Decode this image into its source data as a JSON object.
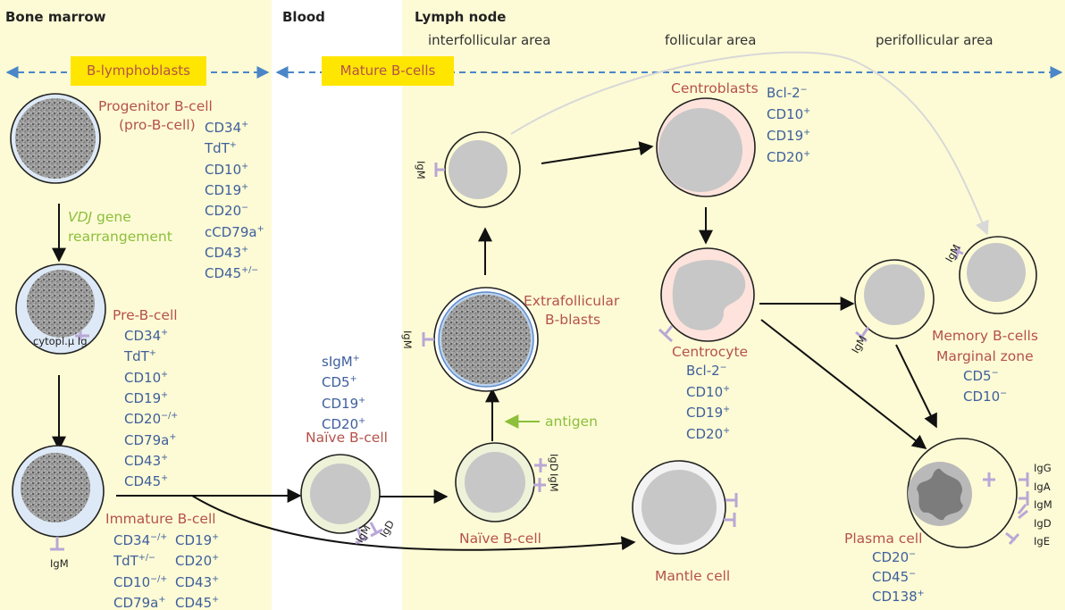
{
  "sections": {
    "bone_marrow": "Bone marrow",
    "blood": "Blood",
    "lymph_node": "Lymph node"
  },
  "areas": {
    "interfollicular": "interfollicular area",
    "follicular": "follicular area",
    "perifollicular": "perifollicular area"
  },
  "band_labels": {
    "b_lymphoblasts": "B-lymphoblasts",
    "mature_b_cells": "Mature B-cells"
  },
  "cells": {
    "progenitor": {
      "name_line1": "Progenitor B-cell",
      "name_line2": "(pro-B-cell)",
      "markers": [
        {
          "base": "CD34",
          "sup": "+"
        },
        {
          "base": "TdT",
          "sup": "+"
        },
        {
          "base": "CD10",
          "sup": "+"
        },
        {
          "base": "CD19",
          "sup": "+"
        },
        {
          "base": "CD20",
          "sup": "−"
        },
        {
          "base": "cCD79a",
          "sup": "+"
        },
        {
          "base": "CD43",
          "sup": "+"
        },
        {
          "base": "CD45",
          "sup": "+/−"
        }
      ]
    },
    "vdj": {
      "italic": "VDJ",
      "line1_rest": " gene",
      "line2": "rearrangement"
    },
    "pre_b": {
      "name": "Pre-B-cell",
      "receptor_label": "cytopl.μ Ig",
      "markers": [
        {
          "base": "CD34",
          "sup": "+"
        },
        {
          "base": "TdT",
          "sup": "+"
        },
        {
          "base": "CD10",
          "sup": "+"
        },
        {
          "base": "CD19",
          "sup": "+"
        },
        {
          "base": "CD20",
          "sup": "−/+"
        },
        {
          "base": "CD79a",
          "sup": "+"
        },
        {
          "base": "CD43",
          "sup": "+"
        },
        {
          "base": "CD45",
          "sup": "+"
        }
      ]
    },
    "immature": {
      "name": "Immature B-cell",
      "receptor_label": "IgM",
      "markers_col1": [
        {
          "base": "CD34",
          "sup": "−/+"
        },
        {
          "base": "TdT",
          "sup": "+/−"
        },
        {
          "base": "CD10",
          "sup": "−/+"
        },
        {
          "base": "CD79a",
          "sup": "+"
        }
      ],
      "markers_col2": [
        {
          "base": "CD19",
          "sup": "+"
        },
        {
          "base": "CD20",
          "sup": "+"
        },
        {
          "base": "CD43",
          "sup": "+"
        },
        {
          "base": "CD45",
          "sup": "+"
        }
      ]
    },
    "naive_blood": {
      "name": "Naïve B-cell",
      "markers": [
        {
          "base": "sIgM",
          "sup": "+"
        },
        {
          "base": "CD5",
          "sup": "+"
        },
        {
          "base": "CD19",
          "sup": "+"
        },
        {
          "base": "CD20",
          "sup": "+"
        }
      ],
      "receptor_labels": [
        "IgM",
        "IgD"
      ]
    },
    "naive_lymph": {
      "name": "Naïve B-cell",
      "receptor_labels": [
        "IgD",
        "IgM"
      ]
    },
    "antigen": "antigen",
    "extrafollicular": {
      "name_line1": "Extrafollicular",
      "name_line2": "B-blasts",
      "receptor_label": "IgM"
    },
    "interfollicular_cell": {
      "receptor_label": "IgM"
    },
    "centroblasts": {
      "name": "Centroblasts",
      "markers": [
        {
          "base": "Bcl-2",
          "sup": "−"
        },
        {
          "base": "CD10",
          "sup": "+"
        },
        {
          "base": "CD19",
          "sup": "+"
        },
        {
          "base": "CD20",
          "sup": "+"
        }
      ]
    },
    "centrocyte": {
      "name": "Centrocyte",
      "markers": [
        {
          "base": "Bcl-2",
          "sup": "−"
        },
        {
          "base": "CD10",
          "sup": "+"
        },
        {
          "base": "CD19",
          "sup": "+"
        },
        {
          "base": "CD20",
          "sup": "+"
        }
      ]
    },
    "mantle": {
      "name": "Mantle cell"
    },
    "memory": {
      "name_line1": "Memory B-cells",
      "name_line2": "Marginal zone",
      "receptor_labels": [
        "IgM",
        "IgM"
      ],
      "markers": [
        {
          "base": "CD5",
          "sup": "−"
        },
        {
          "base": "CD10",
          "sup": "−"
        }
      ]
    },
    "plasma": {
      "name": "Plasma cell",
      "isotypes": [
        "IgG",
        "IgA",
        "IgM",
        "IgD",
        "IgE"
      ],
      "markers": [
        {
          "base": "CD20",
          "sup": "−"
        },
        {
          "base": "CD45",
          "sup": "−"
        },
        {
          "base": "CD138",
          "sup": "+"
        }
      ]
    }
  },
  "colors": {
    "bone_marrow_bg": "#fdfbd5",
    "lymph_node_bg": "#fdfbd5",
    "blood_bg": "#ffffff",
    "cell_name": "#b5524a",
    "marker": "#3e5f9d",
    "green_label": "#8cbf3c",
    "receptor": "#b9a7d6",
    "dashed_axis": "#4a86c8",
    "highlight": "#ffe600",
    "blast_halo": "#c9dcef",
    "centro_halo": "#fde3dc"
  }
}
